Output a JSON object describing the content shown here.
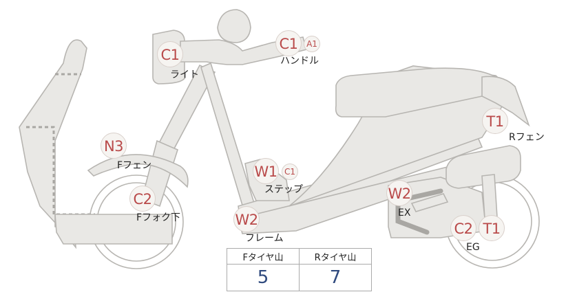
{
  "markers": {
    "light_grade": "C1",
    "light_label": "ライト",
    "handle_grade": "C1",
    "handle_sub": "A1",
    "handle_label": "ハンドル",
    "ffender_grade": "N3",
    "ffender_label": "Fフェン",
    "ffork_grade": "C2",
    "ffork_label": "Fフォク下",
    "step_grade": "W1",
    "step_sub": "C1",
    "step_label": "ステップ",
    "frame_grade": "W2",
    "frame_label": "フレーム",
    "rfender_grade": "T1",
    "rfender_label": "Rフェン",
    "ex_grade": "W2",
    "ex_label": "EX",
    "eg_grade_1": "C2",
    "eg_grade_2": "T1",
    "eg_label": "EG"
  },
  "tire_table": {
    "headers": [
      "Fタイヤ山",
      "Rタイヤ山"
    ],
    "values": [
      "5",
      "7"
    ]
  }
}
